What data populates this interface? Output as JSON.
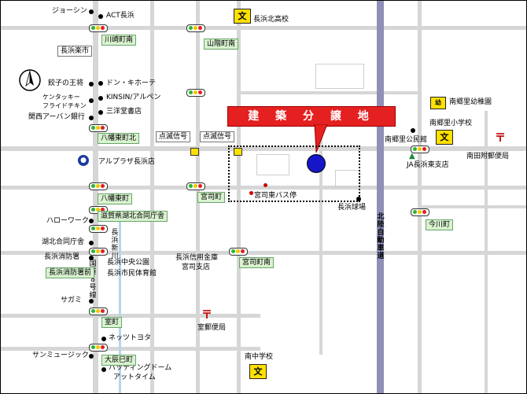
{
  "map": {
    "banner_title": "建 築 分 譲 地",
    "expressway_label": "北陸自動車道",
    "river_label": "長浜新川",
    "route_label": "国道8号線",
    "places": {
      "joshin": "ジョーシン",
      "act": "ACT長浜",
      "nagahama_gakushi": "長浜楽市",
      "gyoza": "餃子の王将",
      "donki": "ドン・キホーテ",
      "kfc_line1": "ケンタッキー",
      "kfc_line2": "フライドチキン",
      "kinsin": "KINSIN/アルペン",
      "kansai_urban": "関西アーバン銀行",
      "sanyodo": "三洋堂書店",
      "alpla": "アルプラザ長浜店",
      "hellowork": "ハローワーク",
      "consumer": "湖北合同庁舎",
      "fire": "長浜消防署",
      "park": "長浜中央公園",
      "gym": "長浜市民体育館",
      "credit_line1": "長浜信用金庫",
      "credit_line2": "宮司支店",
      "sagami": "サガミ",
      "nets": "ネッツトヨタ",
      "sun": "サンミュージック",
      "batting_line1": "バッティングドーム",
      "batting_line2": "アットタイム",
      "nango_hall": "南郷里公民館",
      "ja": "JA長浜東支店",
      "nanda_post": "南田附郵便局",
      "muro_post": "室郵便局",
      "bus_stop": "宮司東バス停",
      "nagahama_ballpark": "長浜球場",
      "kita_hs": "長浜北高校",
      "nango_kg": "南郷里幼稚園",
      "nango_es": "南郷里小学校",
      "minami_jhs": "南中学校"
    },
    "signals": {
      "kawasaki_minami": "川崎町南",
      "sanno_minami": "山階町南",
      "hachiman_kita": "八幡東町北",
      "hachiman": "八幡東町",
      "shiga_hokubu": "滋賀県湖北合同庁舎",
      "fire_mae": "長浜消防署前",
      "muro": "室町",
      "tatsumi": "大辰巳町",
      "miyaji": "宮司町",
      "miyaji_minami": "宮司町南",
      "imagawa": "今川町",
      "blink1": "点滅信号",
      "blink2": "点滅信号"
    },
    "icons": {
      "school": "文",
      "kindergarten": "幼",
      "post_office": "〒",
      "north": "compass-north",
      "alpla_logo": "circle-logo",
      "ja_logo": "ja-logo"
    },
    "colors": {
      "road": "#d6d6d6",
      "rail": "#8f8fb8",
      "banner": "#e52020",
      "target": "#1616c8",
      "signal_label_bg": "#d9f2d0",
      "school_bg": "#ffe100"
    }
  }
}
